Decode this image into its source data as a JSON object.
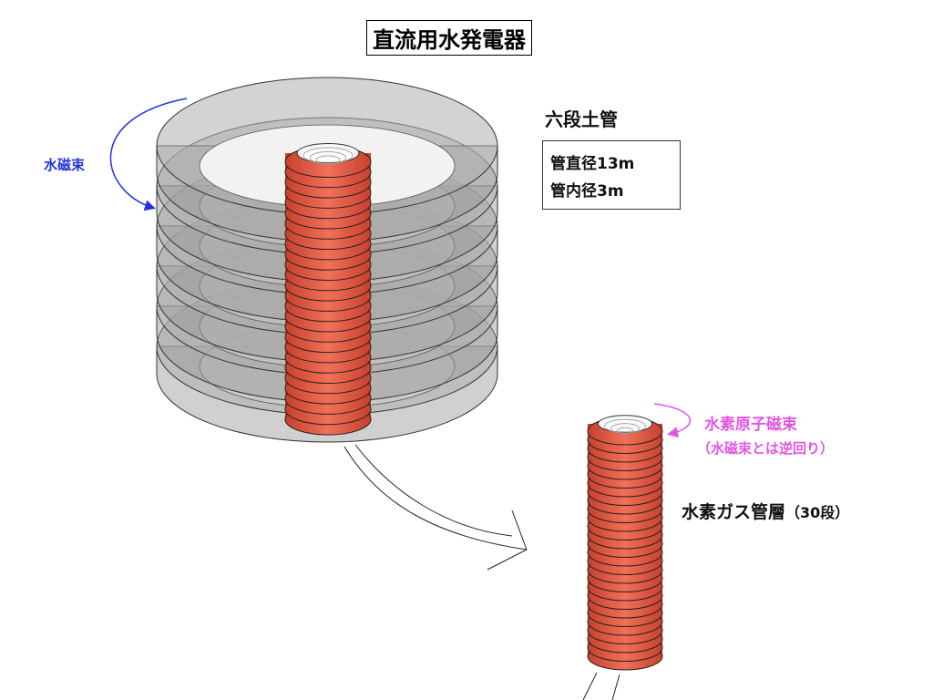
{
  "title": "直流用水発電器",
  "soil_pipe": {
    "label": "六段土管",
    "outer_diameter": "管直径13m",
    "inner_diameter": "管内径3m"
  },
  "water_flux_label": "水磁束",
  "hydrogen_flux": {
    "label": "水素原子磁束",
    "note": "（水磁束とは逆回り）"
  },
  "hydrogen_layer": {
    "label": "水素ガス管層",
    "count": "（30段）"
  },
  "colors": {
    "coil": "#e0604a",
    "water_arrow": "#2233dd",
    "hydrogen_arrow": "#e455e4"
  }
}
